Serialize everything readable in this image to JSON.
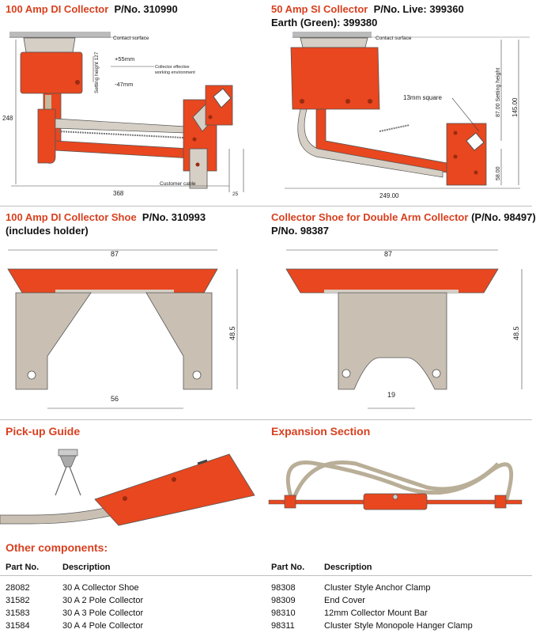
{
  "sections": {
    "dl_collector": {
      "name": "100 Amp DI Collector",
      "pn": "P/No. 310990",
      "labels": {
        "contact_surface": "Contact surface",
        "setting_height": "Setting height 127",
        "plus": "+55mm",
        "minus": "-47mm",
        "env1": "Collector effective",
        "env2": "working environment",
        "height": "248",
        "width": "368",
        "cable": "Customer cable",
        "offset": "25"
      }
    },
    "si_collector": {
      "name": "50 Amp SI Collector",
      "pn": "P/No. Live: 399360",
      "earth": "Earth (Green): 399380",
      "labels": {
        "contact_surface": "Contact surface",
        "square": "13mm square",
        "setting": "87.00 Setting height",
        "h145": "145.00",
        "h58": "58.00",
        "w249": "249.00"
      }
    },
    "dl_shoe": {
      "name": "100 Amp DI Collector Shoe",
      "pn": "P/No. 310993",
      "note": "(includes holder)",
      "labels": {
        "w": "87",
        "h": "48.5",
        "b": "56"
      }
    },
    "double_shoe": {
      "name": "Collector Shoe for Double Arm Collector",
      "pn": "(P/No. 98497)",
      "pn2": "P/No. 98387",
      "labels": {
        "w": "87",
        "h": "48.5",
        "b": "19"
      }
    },
    "pickup": {
      "name": "Pick-up Guide"
    },
    "expansion": {
      "name": "Expansion Section"
    }
  },
  "other": {
    "heading": "Other components:",
    "col_part": "Part No.",
    "col_desc": "Description",
    "left": [
      {
        "part": "28082",
        "desc": "30 A Collector Shoe"
      },
      {
        "part": "31582",
        "desc": "30 A 2 Pole Collector"
      },
      {
        "part": "31583",
        "desc": "30 A 3 Pole Collector"
      },
      {
        "part": "31584",
        "desc": "30 A 4 Pole Collector"
      }
    ],
    "right": [
      {
        "part": "98308",
        "desc": "Cluster Style Anchor Clamp"
      },
      {
        "part": "98309",
        "desc": "End Cover"
      },
      {
        "part": "98310",
        "desc": "12mm Collector Mount Bar"
      },
      {
        "part": "98311",
        "desc": "Cluster Style Monopole Hanger Clamp"
      }
    ]
  },
  "colors": {
    "red": "#e8471f",
    "tan": "#c9c0b3",
    "title_red": "#d8401f"
  }
}
